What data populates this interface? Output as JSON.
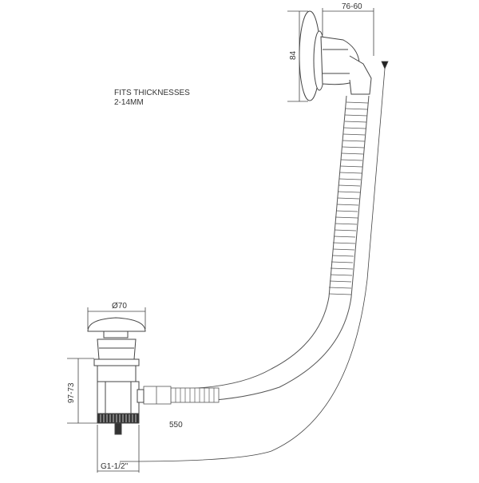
{
  "note": {
    "line1": "FITS THICKNESSES",
    "line2": "2-14MM"
  },
  "dimensions": {
    "overflow_depth": "76-60",
    "overflow_height": "84",
    "waste_diameter": "Ø70",
    "waste_height": "97-73",
    "hose_length": "550",
    "thread": "G1-1/2\""
  }
}
